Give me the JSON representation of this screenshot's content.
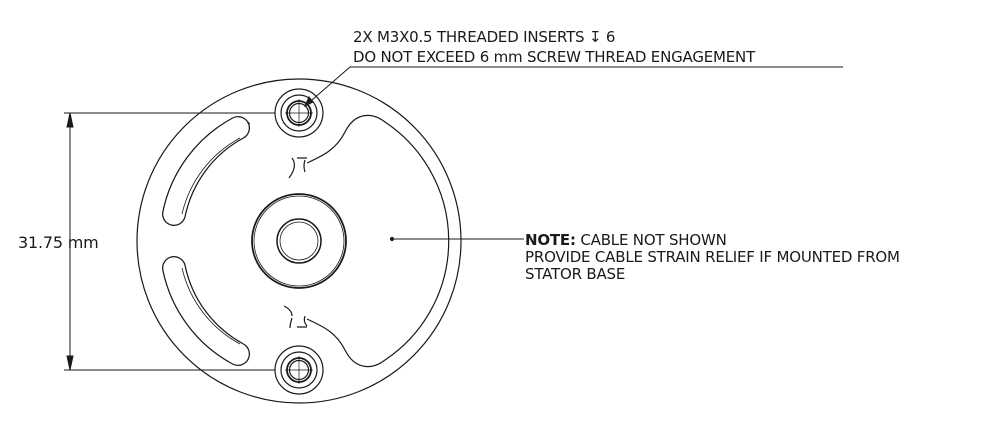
{
  "callout_insert": {
    "line1": "2X M3X0.5 THREADED INSERTS ↧ 6",
    "line2": "DO NOT EXCEED 6 mm SCREW THREAD ENGAGEMENT"
  },
  "dimension": {
    "value": "31.75 mm"
  },
  "note": {
    "label": "NOTE:",
    "line1": "CABLE NOT SHOWN",
    "line2": "PROVIDE CABLE STRAIN RELIEF IF MOUNTED FROM",
    "line3": "STATOR BASE"
  },
  "colors": {
    "line": "#1a1a1a",
    "background": "#ffffff"
  }
}
